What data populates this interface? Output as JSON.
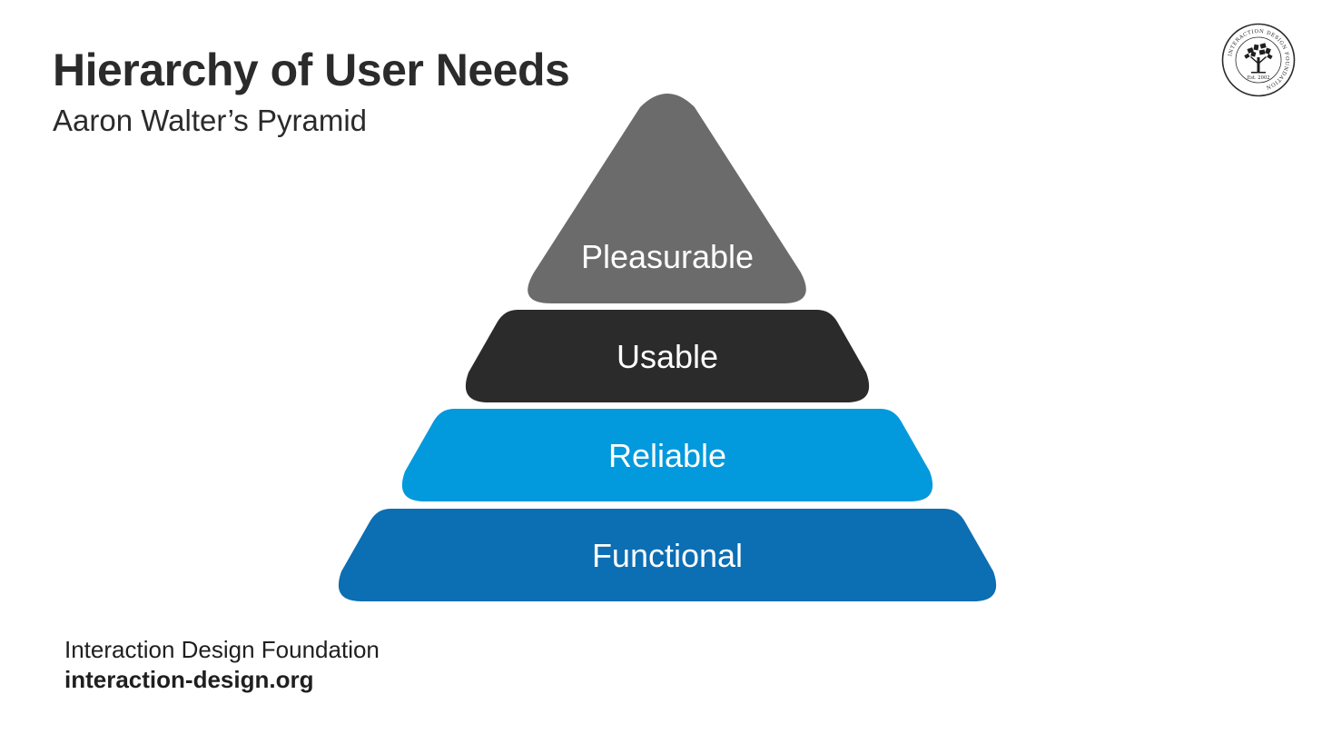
{
  "header": {
    "title": "Hierarchy of User Needs",
    "subtitle": "Aaron Walter’s Pyramid"
  },
  "pyramid": {
    "levels": [
      {
        "label": "Pleasurable",
        "color": "#6b6b6b"
      },
      {
        "label": "Usable",
        "color": "#2b2b2b"
      },
      {
        "label": "Reliable",
        "color": "#0399dd"
      },
      {
        "label": "Functional",
        "color": "#0c6eb3"
      }
    ]
  },
  "footer": {
    "organization": "Interaction Design Foundation",
    "url": "interaction-design.org"
  },
  "logo": {
    "ring_text": "INTERACTION DESIGN FOUNDATION",
    "established": "Est. 2002",
    "icon": "tree-of-books-icon"
  }
}
